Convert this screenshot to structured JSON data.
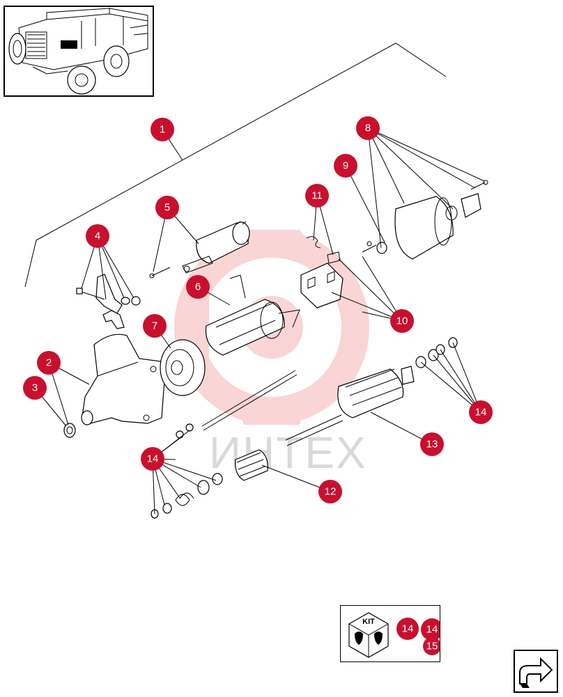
{
  "diagram": {
    "accent_color": "#c8102e",
    "watermark_text": "ИНТЕХ",
    "callouts": [
      {
        "id": "c1",
        "label": "1"
      },
      {
        "id": "c2",
        "label": "2"
      },
      {
        "id": "c3",
        "label": "3"
      },
      {
        "id": "c4",
        "label": "4"
      },
      {
        "id": "c5",
        "label": "5"
      },
      {
        "id": "c6",
        "label": "6"
      },
      {
        "id": "c7",
        "label": "7"
      },
      {
        "id": "c8",
        "label": "8"
      },
      {
        "id": "c9",
        "label": "9"
      },
      {
        "id": "c10",
        "label": "10"
      },
      {
        "id": "c11",
        "label": "11"
      },
      {
        "id": "c12",
        "label": "12"
      },
      {
        "id": "c13",
        "label": "13"
      },
      {
        "id": "c14a",
        "label": "14"
      },
      {
        "id": "c14b",
        "label": "14"
      }
    ]
  },
  "kit": {
    "label": "KIT",
    "callouts": [
      {
        "id": "k14a",
        "label": "14"
      },
      {
        "id": "k14b",
        "label": "14"
      },
      {
        "id": "k15",
        "label": "15"
      }
    ]
  },
  "thumbnail": {
    "icon": "vehicle-thumbnail"
  },
  "navigation": {
    "icon": "next-page-arrow-icon"
  }
}
